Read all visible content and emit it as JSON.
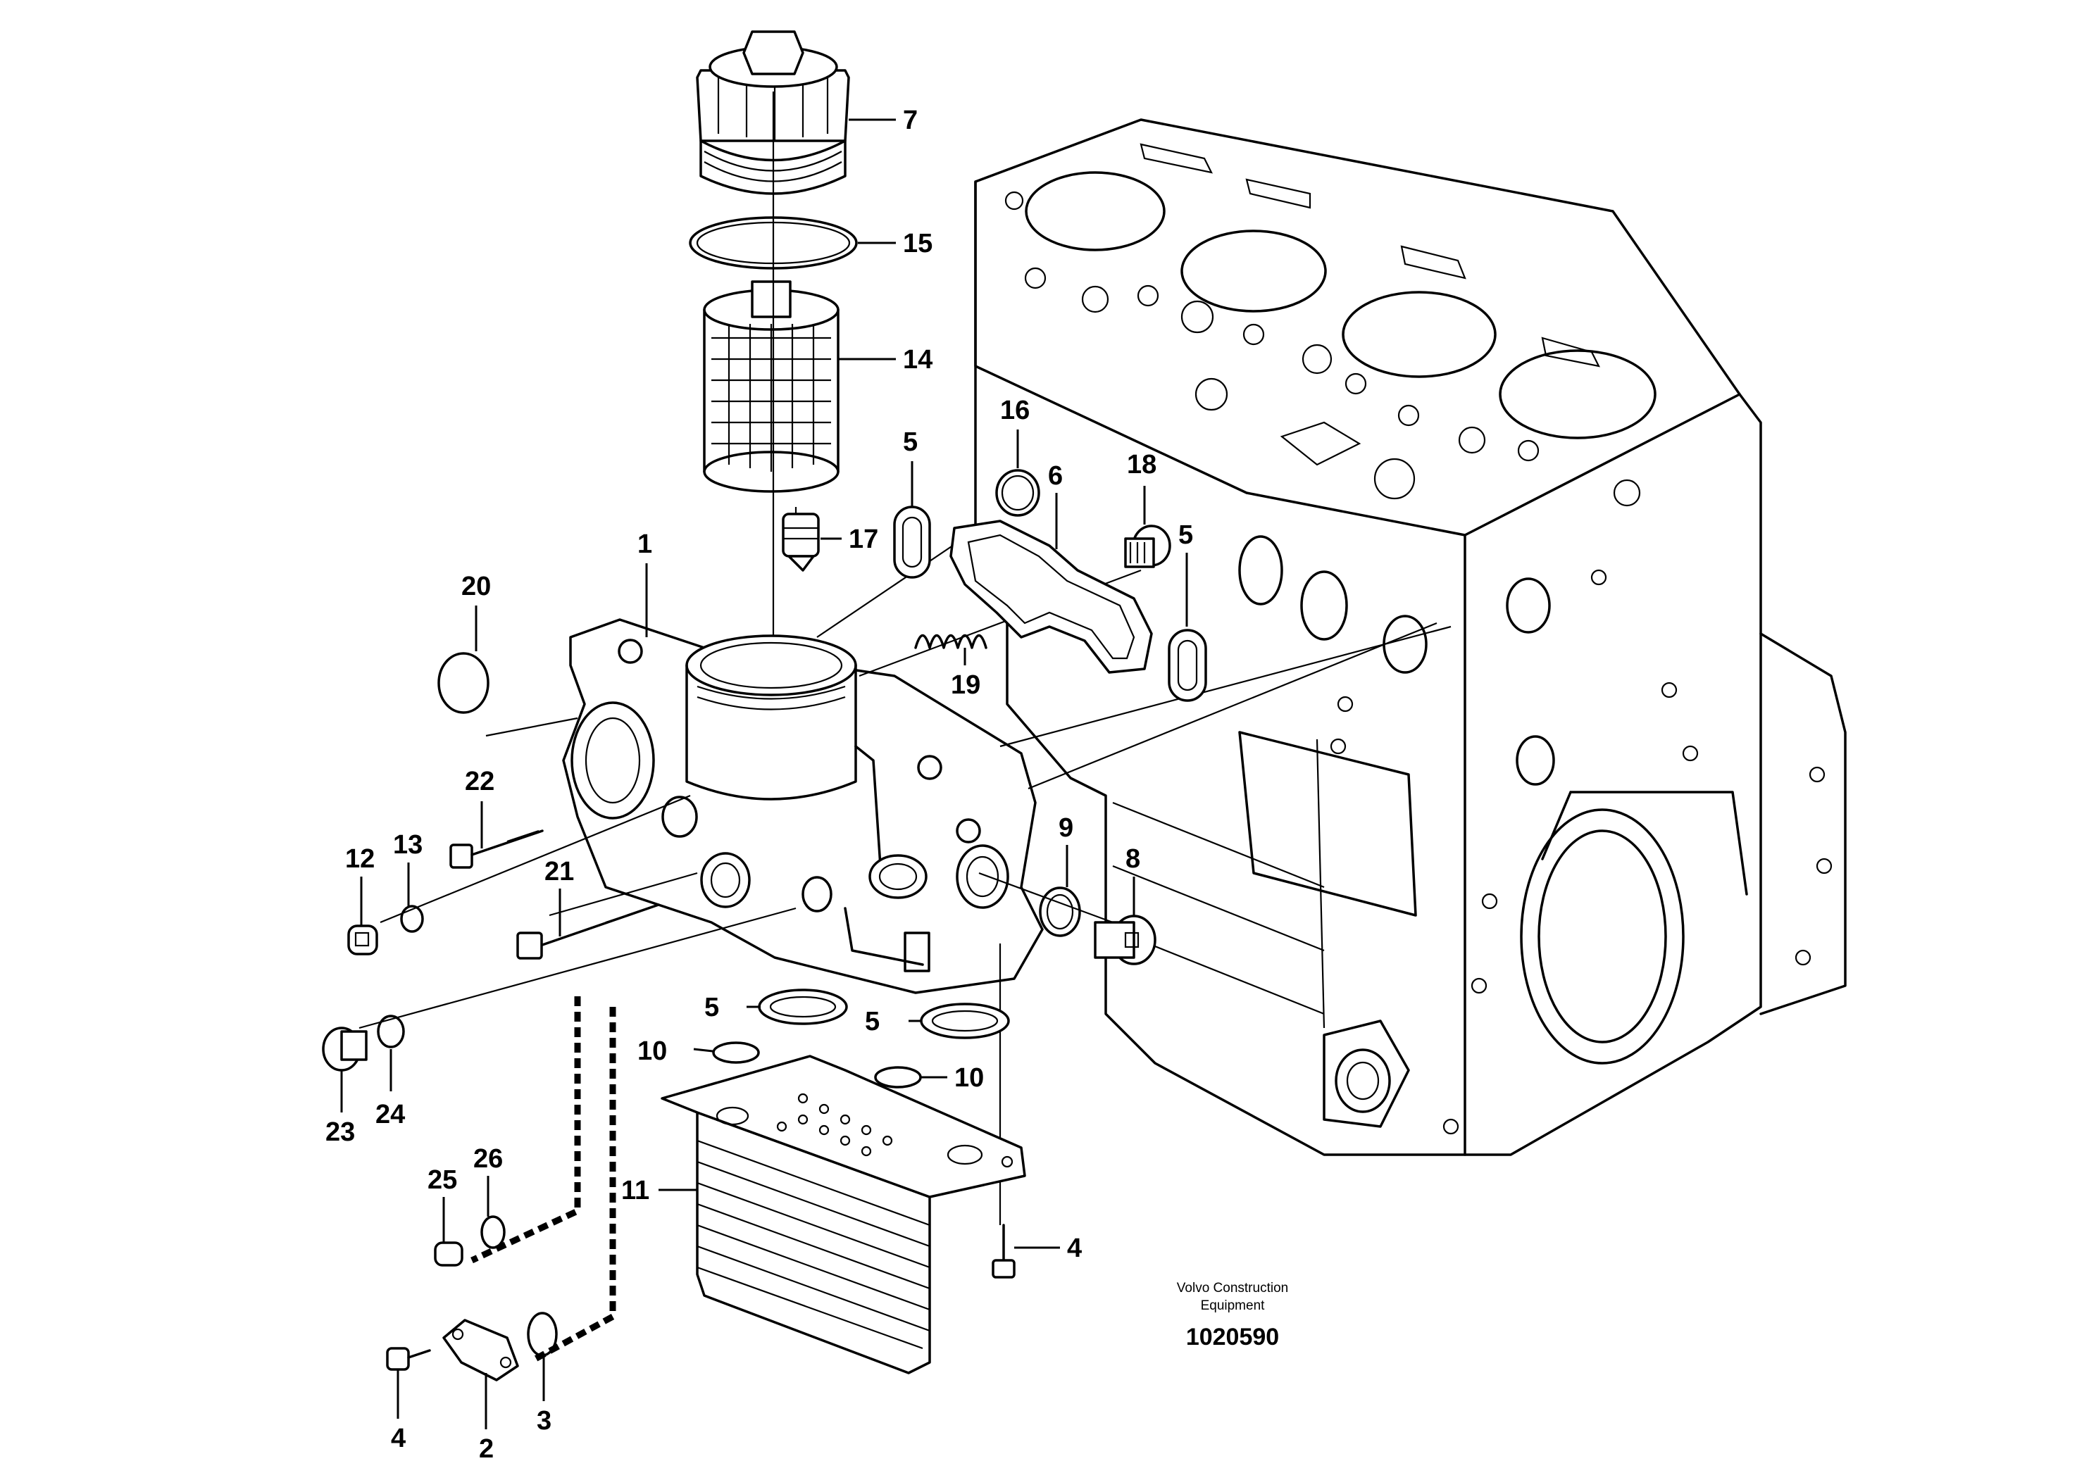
{
  "footer": {
    "company_line1": "Volvo Construction",
    "company_line2": "Equipment",
    "drawing_number": "1020590"
  },
  "callouts": {
    "c1": "1",
    "c2": "2",
    "c3": "3",
    "c4a": "4",
    "c4b": "4",
    "c5a": "5",
    "c5b": "5",
    "c5c": "5",
    "c5d": "5",
    "c6": "6",
    "c7": "7",
    "c8": "8",
    "c9": "9",
    "c10a": "10",
    "c10b": "10",
    "c11": "11",
    "c12": "12",
    "c13": "13",
    "c14": "14",
    "c15": "15",
    "c16": "16",
    "c17": "17",
    "c18": "18",
    "c19": "19",
    "c20": "20",
    "c21": "21",
    "c22": "22",
    "c23": "23",
    "c24": "24",
    "c25": "25",
    "c26": "26"
  }
}
